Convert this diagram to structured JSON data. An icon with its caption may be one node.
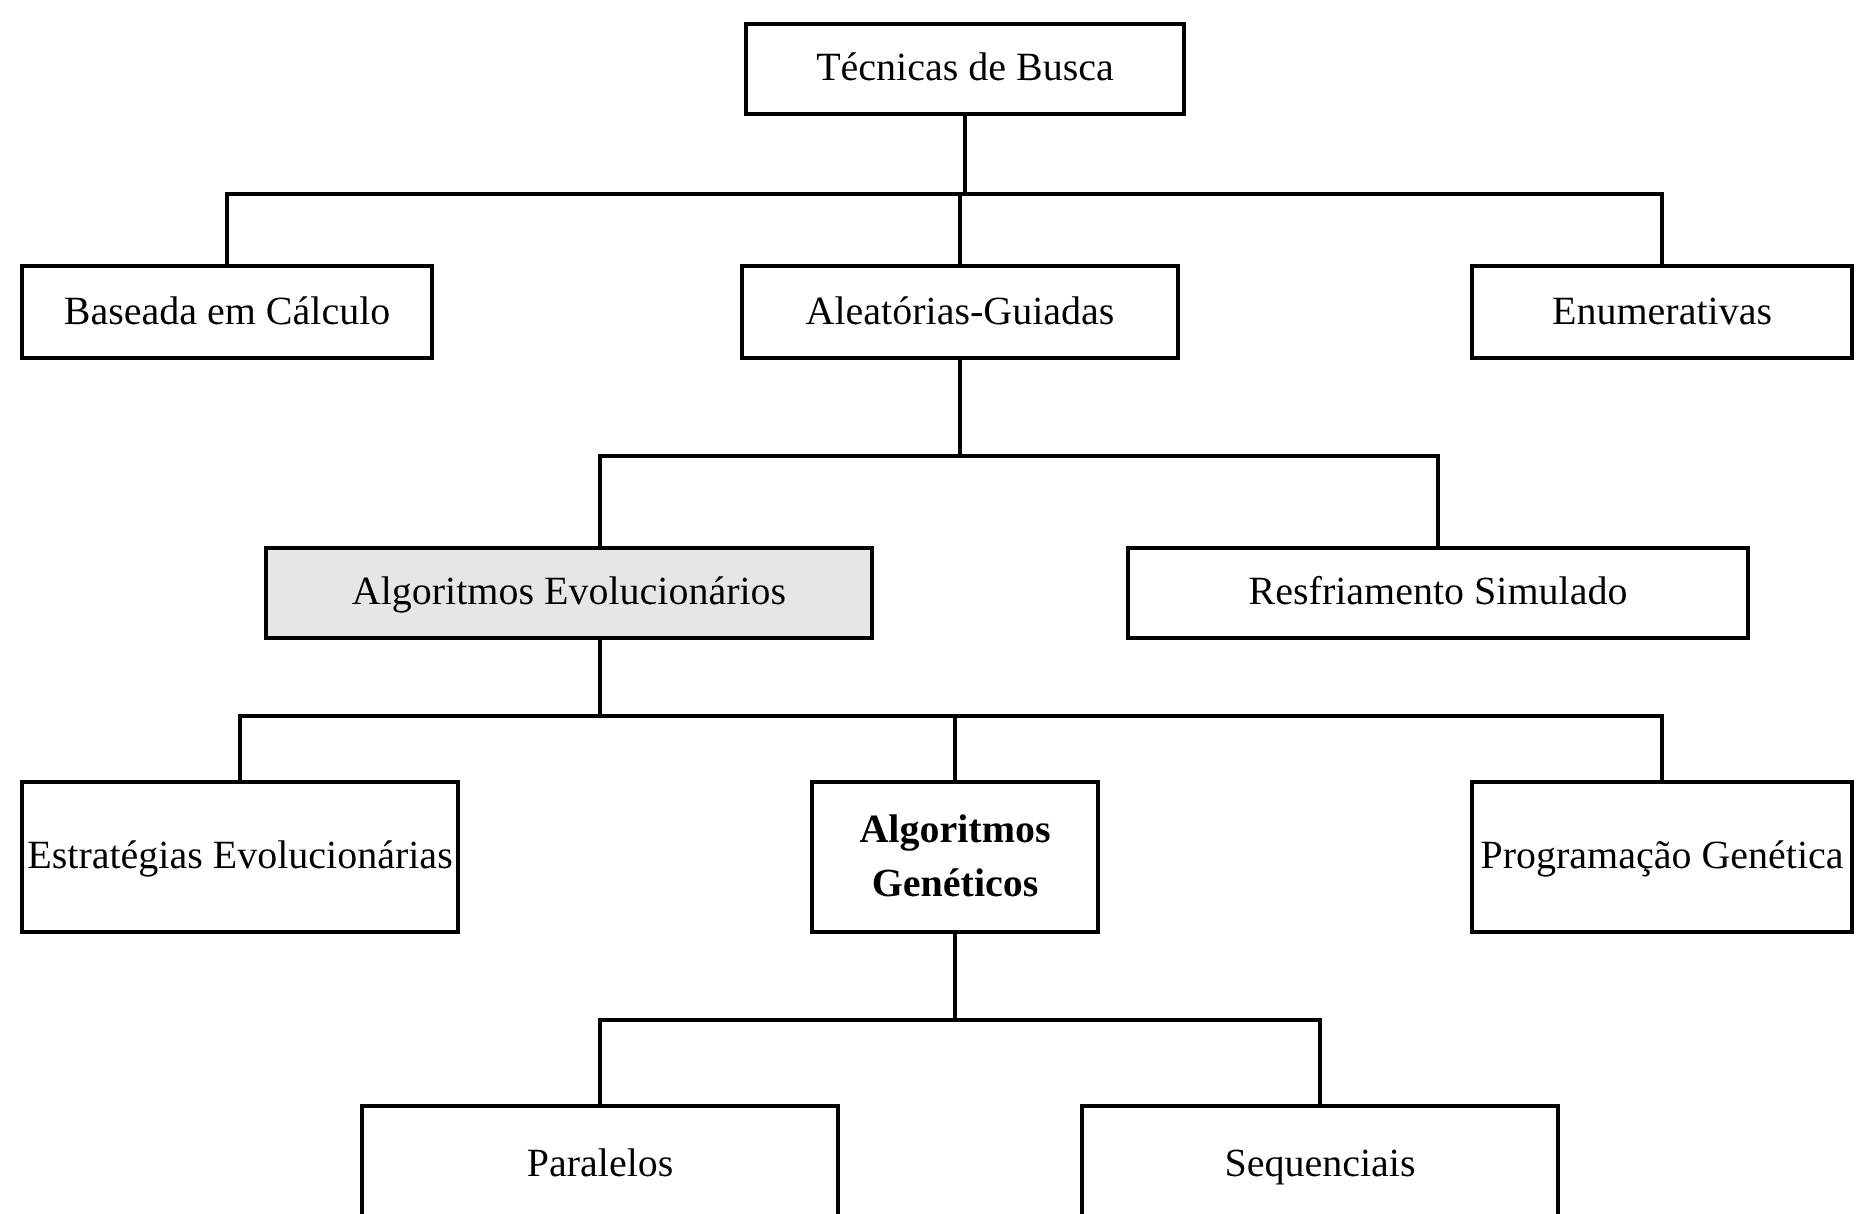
{
  "diagram": {
    "nodes": [
      {
        "text": [
          "Técnicas de Busca"
        ]
      },
      {
        "text": [
          "Baseada em Cálculo"
        ]
      },
      {
        "text": [
          "Aleatórias-Guiadas"
        ]
      },
      {
        "text": [
          "Enumerativas"
        ]
      },
      {
        "text": [
          "Algoritmos Evolucionários"
        ]
      },
      {
        "text": [
          "Resfriamento Simulado"
        ]
      },
      {
        "text": [
          "Estratégias Evolucionárias"
        ]
      },
      {
        "text": [
          "Algoritmos Genéticos"
        ]
      },
      {
        "text": [
          "Programação Genética"
        ]
      },
      {
        "text": [
          "Paralelos"
        ]
      },
      {
        "text": [
          "Sequenciais"
        ]
      }
    ],
    "edges": [
      {
        "from": 0,
        "to": 1,
        "arrow": "none"
      },
      {
        "from": 0,
        "to": 2,
        "arrow": "none"
      },
      {
        "from": 0,
        "to": 3,
        "arrow": "none"
      },
      {
        "from": 2,
        "to": 4,
        "arrow": "none"
      },
      {
        "from": 2,
        "to": 5,
        "arrow": "none"
      },
      {
        "from": 4,
        "to": 6,
        "arrow": "none"
      },
      {
        "from": 4,
        "to": 7,
        "arrow": "none"
      },
      {
        "from": 4,
        "to": 8,
        "arrow": "none"
      },
      {
        "from": 7,
        "to": 9,
        "arrow": "none"
      },
      {
        "from": 7,
        "to": 10,
        "arrow": "none"
      }
    ]
  }
}
